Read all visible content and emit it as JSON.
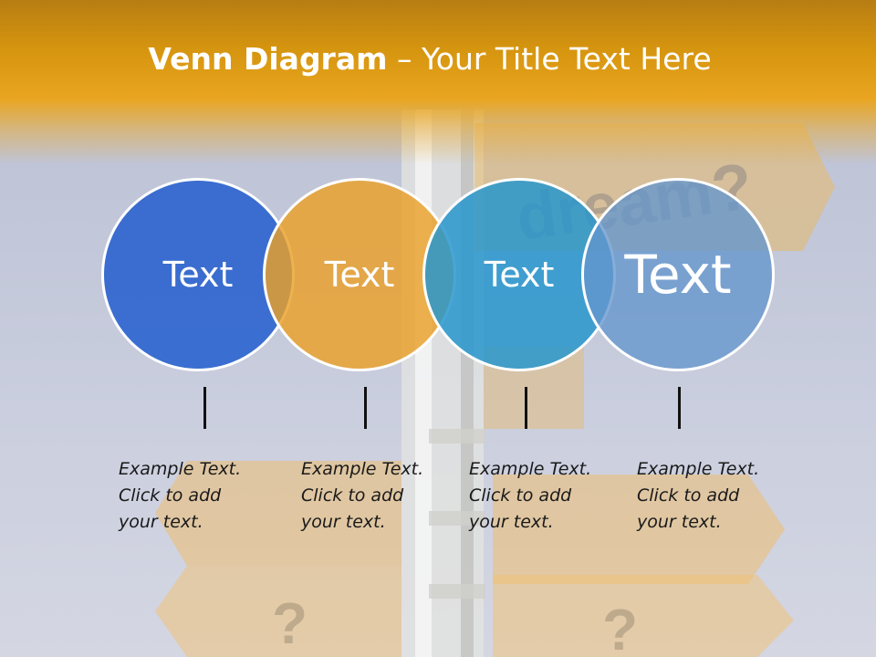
{
  "title": {
    "bold": "Venn Diagram",
    "rest": " – Your Title Text Here"
  },
  "background": {
    "sign_text": "dream?",
    "glyph": "?"
  },
  "circles": [
    {
      "label": "Text",
      "color": "#3468d0"
    },
    {
      "label": "Text",
      "color": "#eaa028"
    },
    {
      "label": "Text",
      "color": "#2896cd"
    },
    {
      "label": "Text",
      "color": "#6496cd"
    }
  ],
  "captions": [
    {
      "line1": "Example Text.",
      "line2": "Click  to add",
      "line3": "your text."
    },
    {
      "line1": "Example Text.",
      "line2": "Click  to add",
      "line3": "your text."
    },
    {
      "line1": "Example Text.",
      "line2": "Click  to add",
      "line3": "your text."
    },
    {
      "line1": "Example Text.",
      "line2": "Click  to add",
      "line3": "your text."
    }
  ]
}
